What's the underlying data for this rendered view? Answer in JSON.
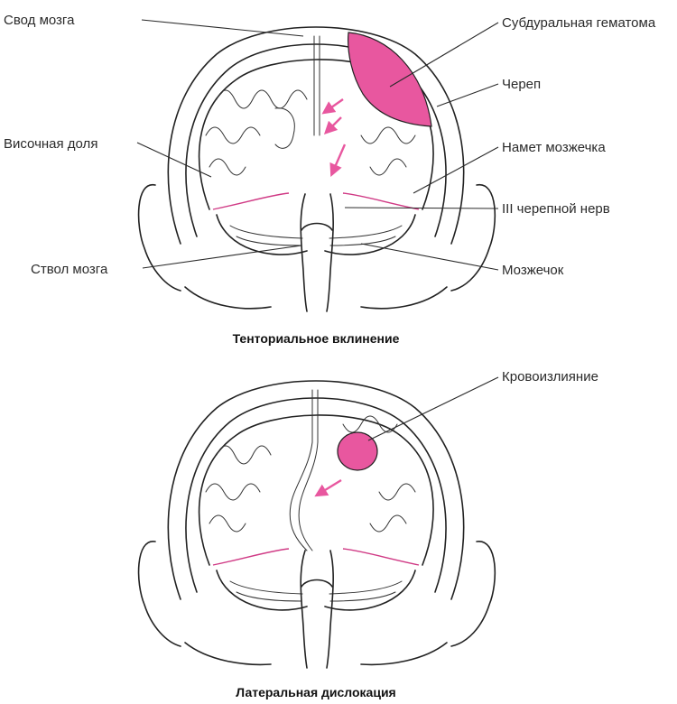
{
  "top_figure": {
    "labels": {
      "brain_vault": "Свод мозга",
      "subdural_hematoma": "Субдуральная гематома",
      "skull": "Череп",
      "temporal_lobe": "Височная доля",
      "tentorium": "Намет мозжечка",
      "cranial_nerve": "III  черепной нерв",
      "brainstem": "Ствол мозга",
      "cerebellum": "Мозжечок"
    },
    "caption": "Тенториальное вклинение"
  },
  "bottom_figure": {
    "labels": {
      "hemorrhage": "Кровоизлияние"
    },
    "caption": "Латеральная дислокация"
  },
  "colors": {
    "highlight": "#e8579f",
    "membrane": "#d03a85",
    "ink": "#222222"
  }
}
